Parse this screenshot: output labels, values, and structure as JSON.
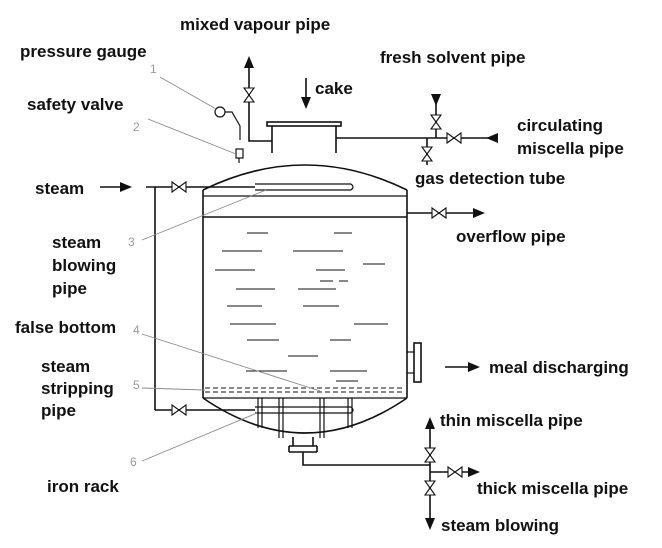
{
  "labels": {
    "mixed_vapour_pipe": "mixed vapour pipe",
    "pressure_gauge": "pressure gauge",
    "cake": "cake",
    "fresh_solvent_pipe": "fresh solvent pipe",
    "safety_valve": "safety valve",
    "circulating": "circulating",
    "miscella_pipe": "miscella pipe",
    "gas_detection_tube": "gas detection tube",
    "steam": "steam",
    "overflow_pipe": "overflow pipe",
    "steam_blowing_pipe": [
      "steam",
      "blowing",
      "pipe"
    ],
    "false_bottom": "false bottom",
    "meal_discharging": "meal discharging",
    "steam_stripping_pipe": [
      "steam",
      "stripping",
      "pipe"
    ],
    "thin_miscella_pipe": "thin miscella pipe",
    "iron_rack": "iron rack",
    "thick_miscella_pipe": "thick miscella pipe",
    "steam_blowing": "steam blowing"
  },
  "part_numbers": [
    "1",
    "2",
    "3",
    "4",
    "5",
    "6"
  ],
  "colors": {
    "line": "#111111",
    "leader": "#8a8a8a",
    "numbers": "#9a9a9a",
    "background": "#ffffff"
  }
}
